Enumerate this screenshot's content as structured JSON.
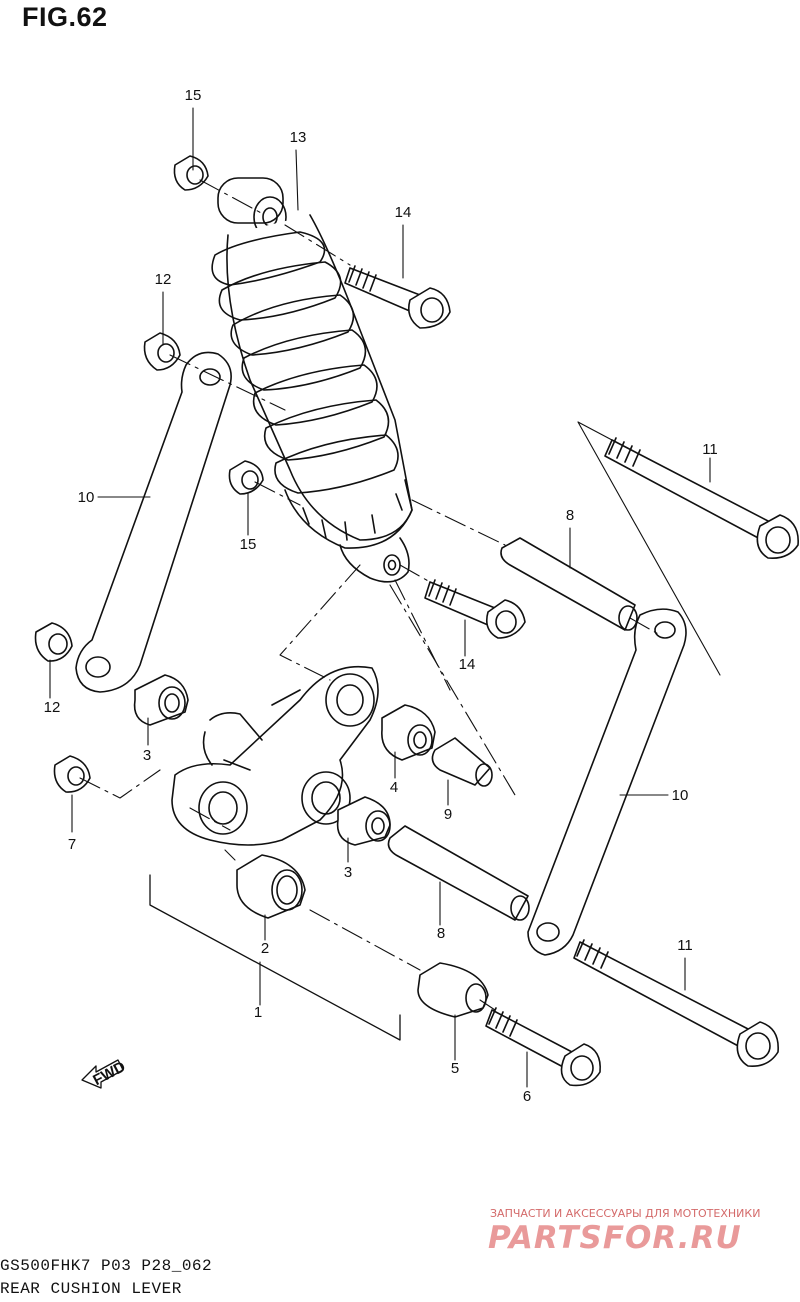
{
  "figure": {
    "title": "FIG.62",
    "code": "GS500FHK7 P03 P28_062",
    "caption": "REAR CUSHION LEVER"
  },
  "callouts": {
    "c1": "1",
    "c2": "2",
    "c3a": "3",
    "c3b": "3",
    "c4": "4",
    "c5": "5",
    "c6": "6",
    "c7": "7",
    "c8a": "8",
    "c8b": "8",
    "c9": "9",
    "c10a": "10",
    "c10b": "10",
    "c11a": "11",
    "c11b": "11",
    "c12a": "12",
    "c12b": "12",
    "c13": "13",
    "c14a": "14",
    "c14b": "14",
    "c15a": "15",
    "c15b": "15"
  },
  "fwd_label": "FWD",
  "watermark": {
    "tagline": "ЗАПЧАСТИ И АКСЕССУАРЫ ДЛЯ МОТОТЕХНИКИ",
    "brand": "PARTSFOR.RU"
  }
}
